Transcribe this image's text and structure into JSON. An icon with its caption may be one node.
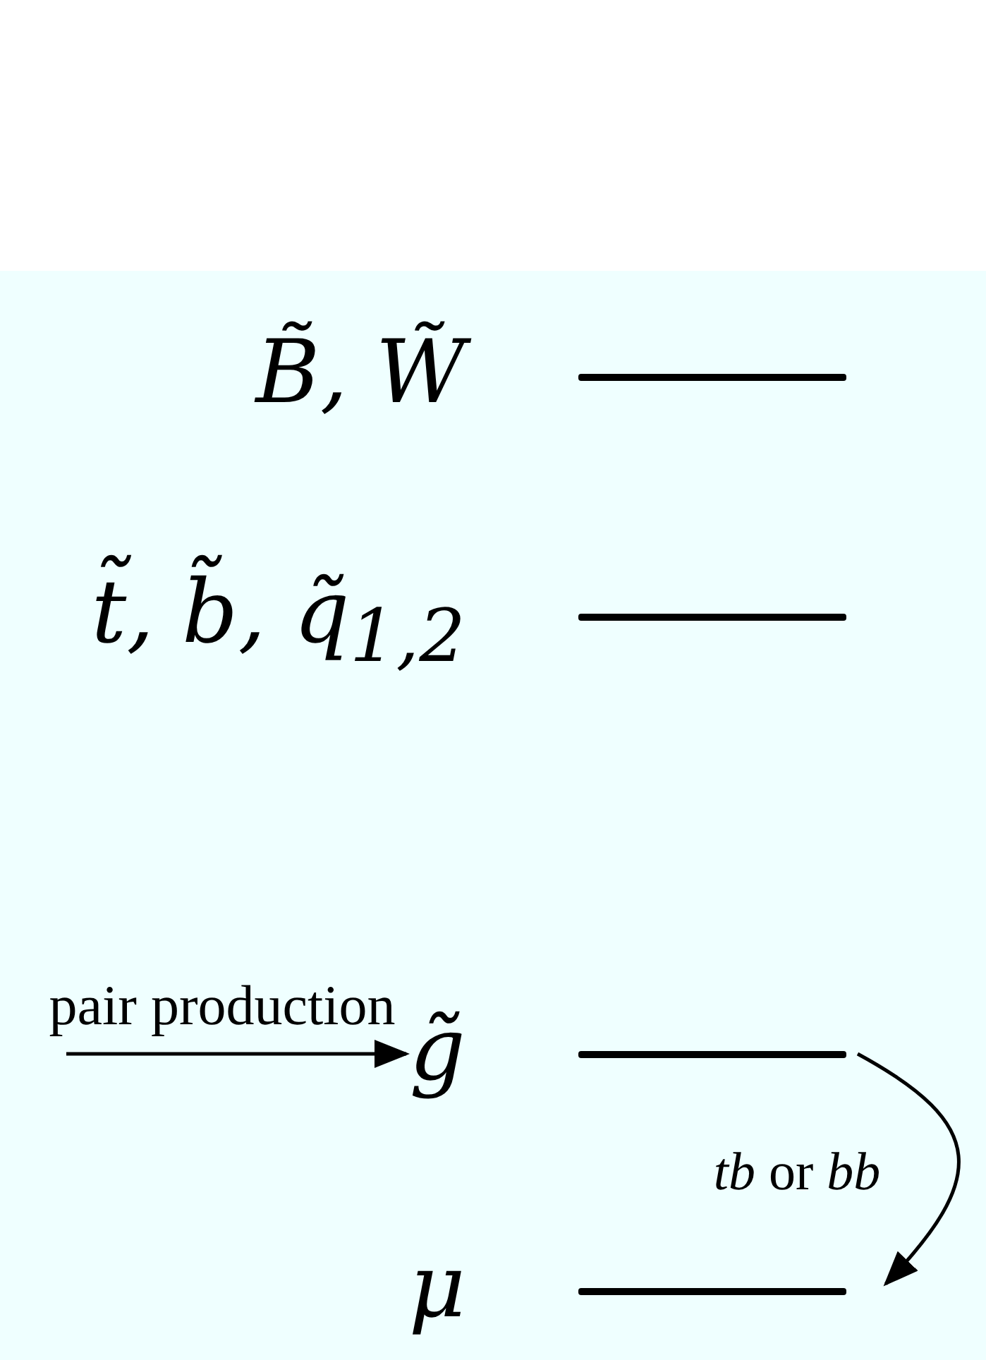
{
  "diagram": {
    "nodes": [
      {
        "text": [],
        "shape": "bar",
        "beside": [
          "B̃, W̃"
        ]
      },
      {
        "text": [],
        "shape": "bar",
        "beside": [
          "t̃, b̃, q̃$_{1,2}$"
        ]
      },
      {
        "text": [],
        "shape": "bar",
        "beside": [
          "g̃"
        ]
      },
      {
        "text": [],
        "shape": "bar",
        "beside": [
          "μ"
        ]
      }
    ],
    "edges": [
      {
        "from": null,
        "to": 2,
        "arrow": "to",
        "label": "pair production"
      },
      {
        "from": 2,
        "to": 3,
        "arrow": "to",
        "label": "*tb* or *bb*"
      }
    ]
  }
}
